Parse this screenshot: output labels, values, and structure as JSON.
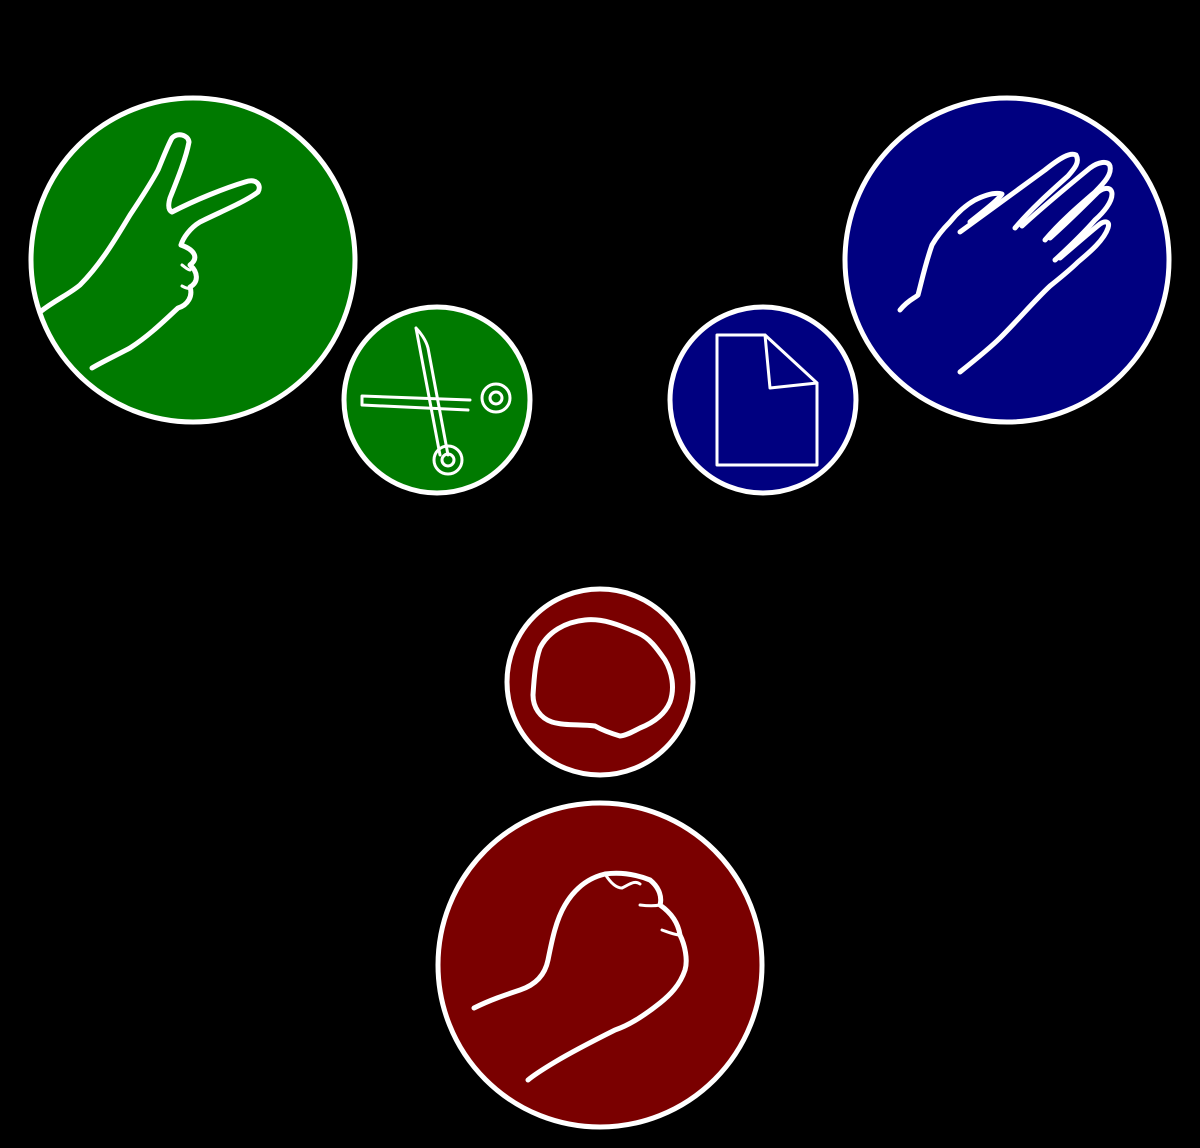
{
  "colors": {
    "background": "#000000",
    "outline": "#ffffff",
    "scissors": "#007a00",
    "paper": "#000080",
    "rock": "#7a0000"
  },
  "nodes": [
    {
      "key": "scissors-hand",
      "icon": "scissors-hand-icon",
      "group": "scissors"
    },
    {
      "key": "scissors-tool",
      "icon": "scissors-icon",
      "group": "scissors"
    },
    {
      "key": "paper-hand",
      "icon": "paper-hand-icon",
      "group": "paper"
    },
    {
      "key": "paper-sheet",
      "icon": "paper-sheet-icon",
      "group": "paper"
    },
    {
      "key": "rock-stone",
      "icon": "rock-icon",
      "group": "rock"
    },
    {
      "key": "rock-hand",
      "icon": "rock-fist-icon",
      "group": "rock"
    }
  ]
}
